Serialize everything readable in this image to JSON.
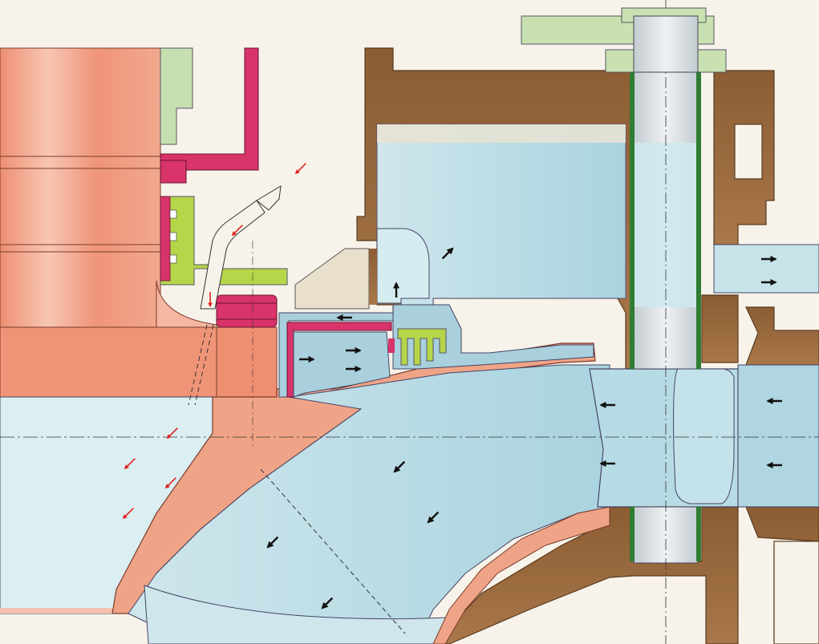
{
  "diagram": {
    "kind": "turbine-cross-section",
    "labels": [],
    "palette": {
      "background": "#f7f3ea",
      "rotor": "#ef9478",
      "rotor_light": "#f6c2b0",
      "casing": "#9a6a3e",
      "flow": "#b9dde6",
      "flow_light": "#d5ecf0",
      "seal_green": "#bfd99a",
      "seal_lime": "#b6d64a",
      "crimson": "#d8346a",
      "shaft_grey": "#d6dde1",
      "gasket": "#2e7d32",
      "beige": "#e8e0cc",
      "arrow_black": "#111111",
      "arrow_red": "#e02020"
    },
    "flow_arrows": [
      {
        "id": "a1",
        "color": "black",
        "dir": "ne"
      },
      {
        "id": "a2",
        "color": "black",
        "dir": "up"
      },
      {
        "id": "a3",
        "color": "black",
        "dir": "left"
      },
      {
        "id": "a4",
        "color": "black",
        "dir": "right"
      },
      {
        "id": "a5",
        "color": "black",
        "dir": "right"
      },
      {
        "id": "a6",
        "color": "black",
        "dir": "right"
      },
      {
        "id": "a7",
        "color": "black",
        "dir": "right"
      },
      {
        "id": "a8",
        "color": "black",
        "dir": "right"
      },
      {
        "id": "a9",
        "color": "black",
        "dir": "left"
      },
      {
        "id": "a10",
        "color": "black",
        "dir": "left"
      },
      {
        "id": "a11",
        "color": "black",
        "dir": "left"
      },
      {
        "id": "a12",
        "color": "black",
        "dir": "left"
      },
      {
        "id": "a13",
        "color": "black",
        "dir": "sw"
      },
      {
        "id": "a14",
        "color": "black",
        "dir": "sw"
      },
      {
        "id": "a15",
        "color": "black",
        "dir": "sw"
      },
      {
        "id": "a16",
        "color": "black",
        "dir": "sw"
      },
      {
        "id": "r1",
        "color": "red",
        "dir": "sw"
      },
      {
        "id": "r2",
        "color": "red",
        "dir": "sw"
      },
      {
        "id": "r3",
        "color": "red",
        "dir": "down"
      },
      {
        "id": "r4",
        "color": "red",
        "dir": "sw"
      },
      {
        "id": "r5",
        "color": "red",
        "dir": "sw"
      },
      {
        "id": "r6",
        "color": "red",
        "dir": "sw"
      },
      {
        "id": "r7",
        "color": "red",
        "dir": "sw"
      }
    ]
  }
}
